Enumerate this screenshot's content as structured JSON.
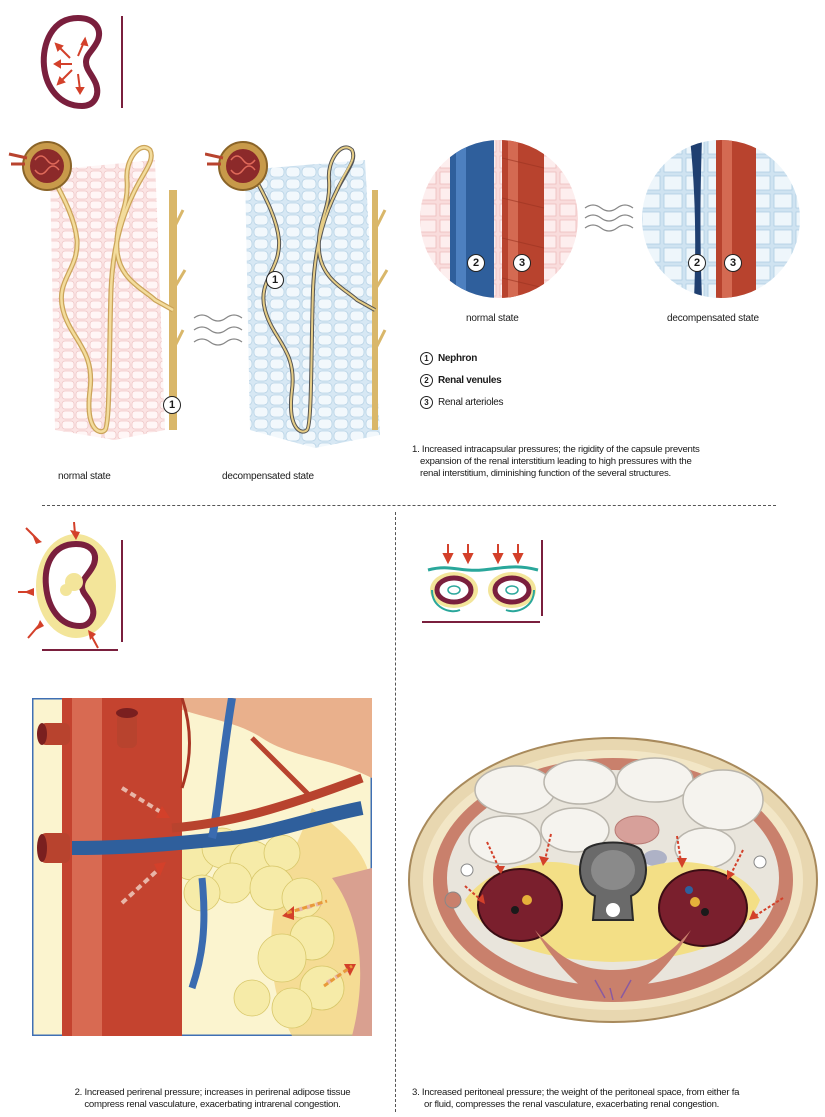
{
  "panel1": {
    "left_normal_label": "normal state",
    "left_decompensated_label": "decompensated state",
    "right_normal_label": "normal state",
    "right_decompensated_label": "decompensated state",
    "marker_nephron": "1",
    "marker_venules": "2",
    "marker_arterioles": "3",
    "caption_lines": [
      "1. Increased intracapsular pressures; the rigidity of the capsule prevents",
      "expansion of the renal interstitium leading to high pressures with the",
      "renal interstitium, diminishing function of the several structures."
    ]
  },
  "legend": {
    "items": [
      {
        "num": "1",
        "label": "Nephron"
      },
      {
        "num": "2",
        "label": "Renal venules"
      },
      {
        "num": "3",
        "label": "Renal arterioles"
      }
    ]
  },
  "panel2": {
    "caption_lines": [
      "2. Increased perirenal pressure; increases in perirenal adipose tissue",
      "compress renal vasculature, exacerbating intrarenal congestion."
    ]
  },
  "panel3": {
    "caption_lines": [
      "3. Increased peritoneal pressure; the weight of the peritoneal space, from either fa",
      "or fluid, compresses the renal vasculature, exacerbating renal congestion."
    ]
  },
  "colors": {
    "maroon": "#7a1f3d",
    "arrow_red": "#d3402a",
    "vein_blue": "#2f5f9c",
    "artery_red": "#b8432e",
    "tubule_tan": "#d9b76a",
    "normal_tint": "#f7d4d4",
    "decomp_tint": "#cfe3f1",
    "fat_yellow": "#f4e79a"
  }
}
